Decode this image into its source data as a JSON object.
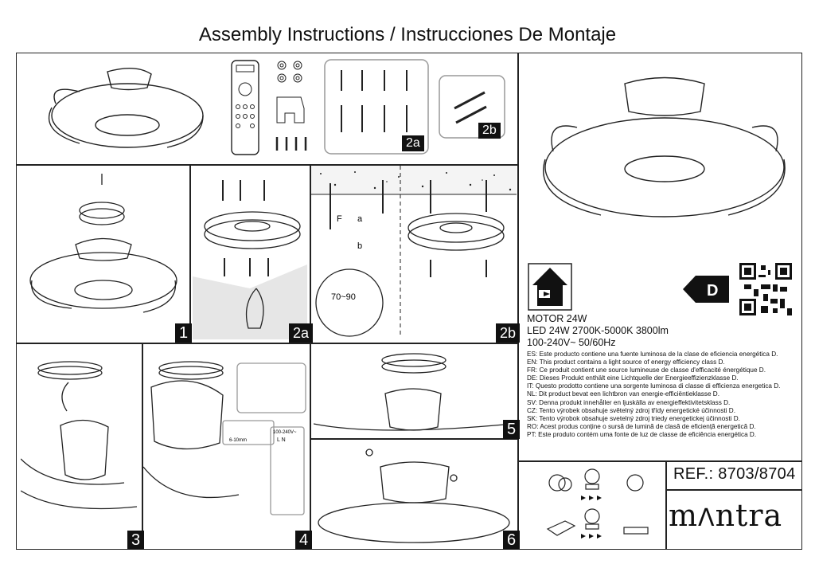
{
  "title": "Assembly Instructions / Instrucciones De Montaje",
  "steps": {
    "s1": "1",
    "s2a": "2a",
    "s2b": "2b",
    "s3": "3",
    "s4": "4",
    "s5": "5",
    "s6": "6",
    "kit_2a": "2a",
    "kit_2b": "2b"
  },
  "diagram_labels": {
    "f": "F",
    "a": "a",
    "b": "b",
    "range": "70~90",
    "wire_len": "6-10mm",
    "volt_tag": "100-240V~",
    "terminals": "L N"
  },
  "energy": {
    "class": "D"
  },
  "specs": {
    "motor": "MOTOR 24W",
    "led": "LED 24W 2700K-5000K 3800lm",
    "voltage": "100-240V~ 50/60Hz"
  },
  "languages": [
    "ES: Este producto contiene una fuente luminosa de la clase de eficiencia energética D.",
    "EN: This product contains a light source of energy efficiency class D.",
    "FR: Ce produit contient une source lumineuse de classe d'efficacité énergétique D.",
    "DE: Dieses Produkt enthält eine Lichtquelle der Energieeffizienzklasse D.",
    "IT: Questo prodotto contiene una sorgente luminosa di classe di efficienza energetica D.",
    "NL: Dit product bevat een lichtbron van energie-efficiëntieklasse D.",
    "SV: Denna produkt innehåller en ljuskälla av energieffektivitetsklass D.",
    "CZ: Tento výrobek obsahuje světelný zdroj třídy energetické účinnosti D.",
    "SK: Tento výrobok obsahuje svetelný zdroj triedy energetickej účinnosti D.",
    "RO: Acest produs conține o sursă de lumină de clasă de eficiență energetică D.",
    "PT: Este produto contém uma fonte de luz de classe de eficiência energética D."
  ],
  "ref": "REF.: 8703/8704",
  "brand": "mAntra",
  "icons": [
    "house-indoor-icon",
    "qr-code-icon",
    "led-icon",
    "driver-icon",
    "remote-control-icon"
  ]
}
